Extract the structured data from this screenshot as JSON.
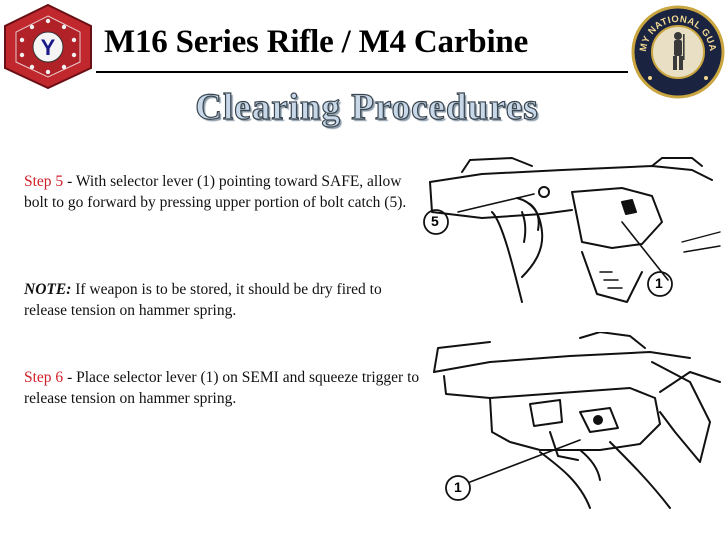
{
  "header": {
    "title": "M16 Series Rifle / M4 Carbine",
    "subtitle": "Clearing Procedures",
    "left_logo_icon": "division-patch-icon",
    "left_logo_letter": "Y",
    "right_logo_icon": "army-national-guard-seal-icon",
    "right_logo_text": "ARMY NATIONAL GUARD"
  },
  "steps": {
    "step5": {
      "label": "Step 5",
      "text": " - With selector lever (1) pointing toward SAFE, allow bolt to go forward by pressing upper portion of bolt catch (5)."
    },
    "note": {
      "label": "NOTE:",
      "text": "  If weapon is to be stored, it should be dry fired to release tension on hammer spring."
    },
    "step6": {
      "label": "Step 6",
      "text": " - Place selector lever (1) on SEMI and squeeze trigger to release tension on hammer spring."
    }
  },
  "figures": {
    "fig1_callouts": [
      "5",
      "1"
    ],
    "fig2_callouts": [
      "1"
    ]
  },
  "colors": {
    "step_label": "#d0202a",
    "subtitle_fill": "#c8d8e8",
    "patch_red": "#c0282e"
  }
}
